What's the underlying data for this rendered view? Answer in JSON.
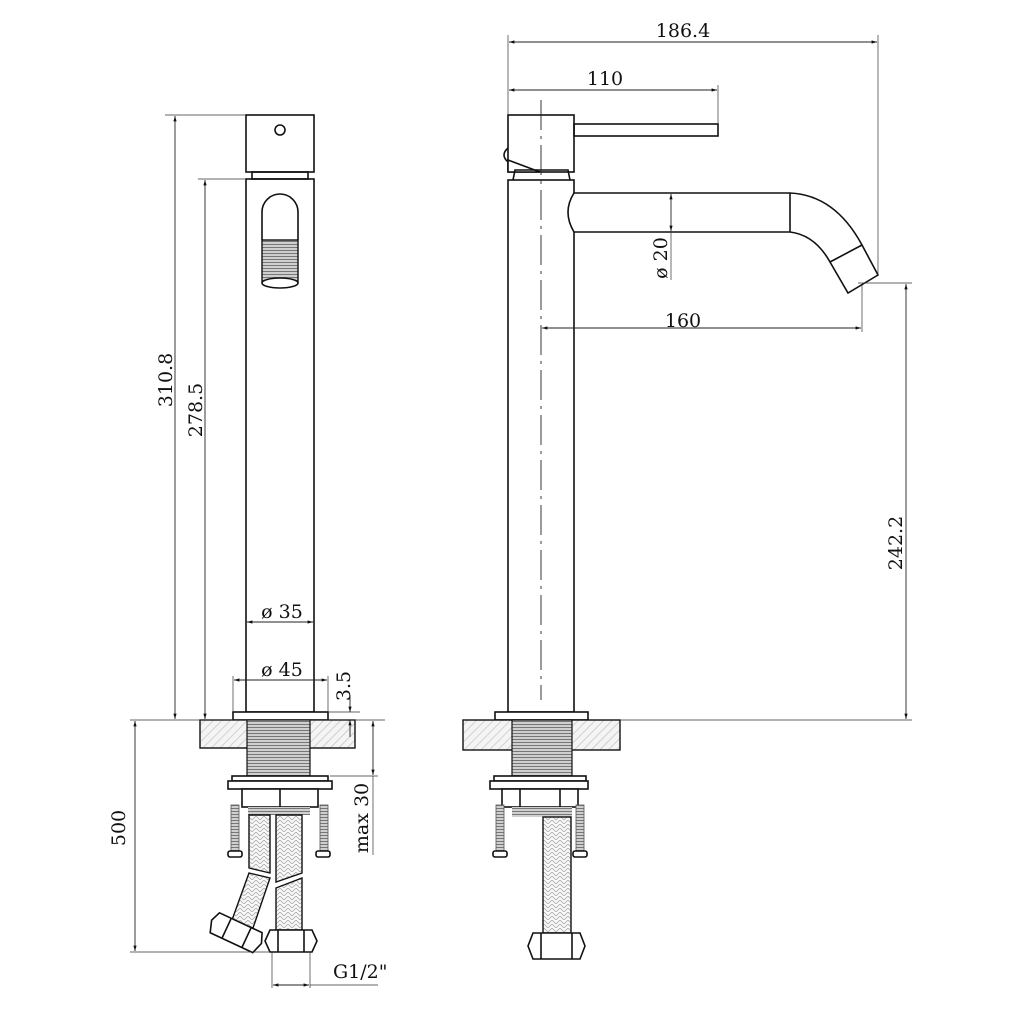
{
  "dimensions": {
    "overall_width": "186.4",
    "lever_reach": "110",
    "spout_reach": "160",
    "spout_diameter": "ø 20",
    "outlet_height": "242.2",
    "total_height": "310.8",
    "body_height": "278.5",
    "body_diameter": "ø 35",
    "base_diameter": "ø 45",
    "base_thickness": "3.5",
    "hose_length": "500",
    "max_counter_thickness": "max 30",
    "connection_thread": "G1/2\""
  },
  "colors": {
    "line": "#111111",
    "hatch": "#bbbbbb",
    "thread": "#999999"
  }
}
